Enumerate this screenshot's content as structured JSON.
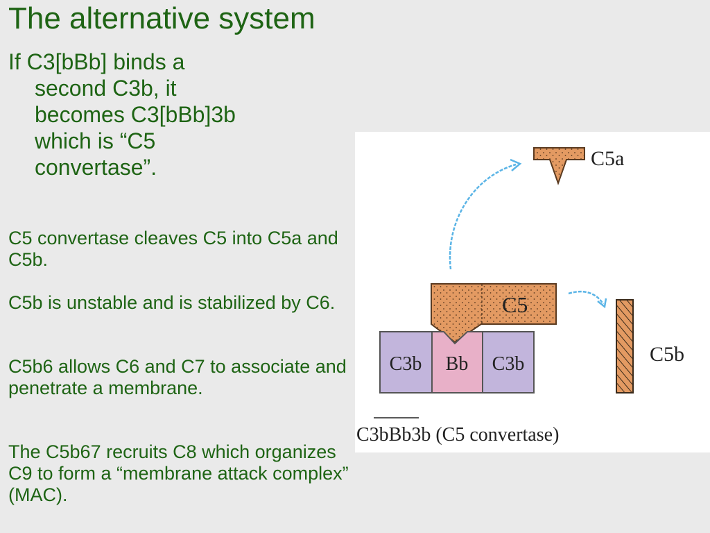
{
  "slide": {
    "title": "The alternative system",
    "intro": "If C3[bBb] binds a second C3b, it becomes C3[bBb]3b which is “C5 convertase”.",
    "paragraphs": [
      "C5 convertase cleaves C5 into C5a and C5b.",
      "C5b is unstable and is stabilized by C6.",
      "C5b6  allows C6 and C7 to associate and penetrate a membrane.",
      "The C5b67 recruits C8 which organizes C9 to form a “membrane attack complex” (MAC)."
    ]
  },
  "figure": {
    "labels": {
      "c5a": "C5a",
      "c5": "C5",
      "c5b": "C5b",
      "c3b_left": "C3b",
      "bb": "Bb",
      "c3b_right": "C3b",
      "caption": "C3bBb3b (C5 convertase)"
    },
    "colors": {
      "text": "#1e6414",
      "c5_fill": "#e39a62",
      "c3b_fill": "#c2b5dc",
      "bb_fill": "#e8b0c8",
      "arrow": "#5ab4e6"
    }
  }
}
